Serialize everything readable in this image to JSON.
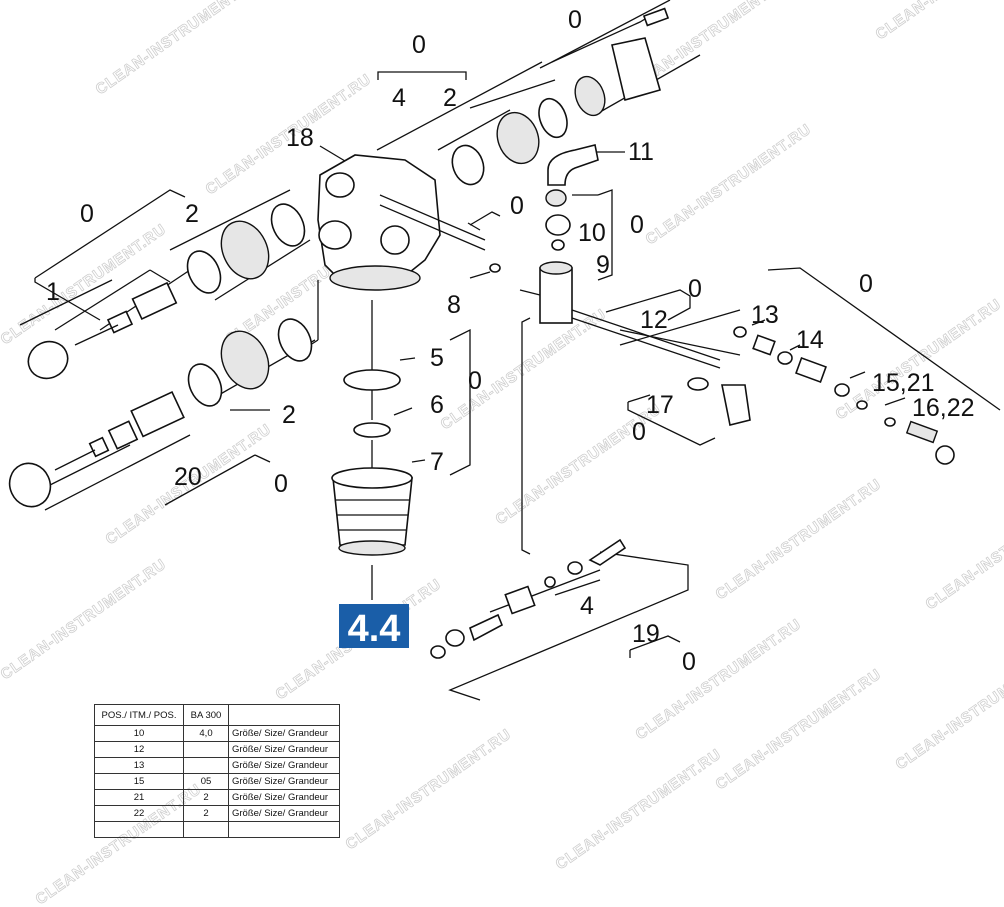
{
  "callouts": {
    "top_right_0": "0",
    "top_bracket_0": "0",
    "four_top": "4",
    "two_top": "2",
    "eighteen": "18",
    "eleven": "11",
    "left_0": "0",
    "two_left": "2",
    "zero_mid": "0",
    "ten": "10",
    "zero_ten": "0",
    "one": "1",
    "nine": "9",
    "eight": "8",
    "zero_right_pipe": "0",
    "twelve": "12",
    "zero_far_right": "0",
    "thirteen": "13",
    "fourteen": "14",
    "five": "5",
    "zero_mid2": "0",
    "six": "6",
    "two_bottom": "2",
    "fifteen_21": "15,21",
    "seventeen": "17",
    "sixteen_22": "16,22",
    "zero_seventeen": "0",
    "seven": "7",
    "twenty": "20",
    "zero_bottom_left": "0",
    "four_bottom": "4",
    "nineteen": "19",
    "zero_bottom": "0"
  },
  "badge": "4.4",
  "watermark": "CLEAN-INSTRUMENT.RU",
  "colors": {
    "badge": "#1a5ea8",
    "line": "#111111",
    "watermark": "#cfcfcf"
  },
  "table": {
    "headers": [
      "POS./ ITM./ POS.",
      "BA 300",
      ""
    ],
    "rows": [
      [
        "10",
        "4,0",
        "Größe/ Size/ Grandeur"
      ],
      [
        "12",
        "",
        "Größe/ Size/ Grandeur"
      ],
      [
        "13",
        "",
        "Größe/ Size/ Grandeur"
      ],
      [
        "15",
        "05",
        "Größe/ Size/ Grandeur"
      ],
      [
        "21",
        "2",
        "Größe/ Size/ Grandeur"
      ],
      [
        "22",
        "2",
        "Größe/ Size/ Grandeur"
      ],
      [
        "",
        "",
        ""
      ]
    ]
  }
}
